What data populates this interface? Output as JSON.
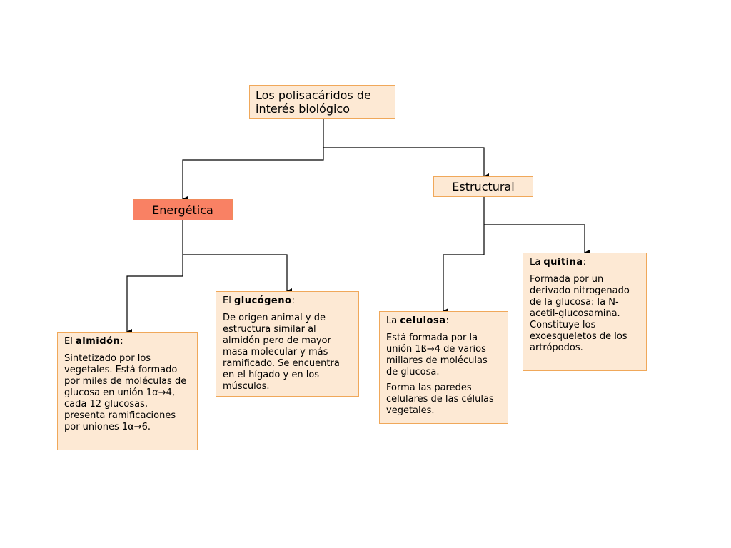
{
  "colors": {
    "box_fill": "#fde9d4",
    "box_border": "#f0a85a",
    "highlight_fill": "#f98164",
    "connector": "#000000"
  },
  "root": {
    "title": "Los polisacáridos de interés biológico"
  },
  "categories": {
    "energetica": "Energética",
    "estructural": "Estructural"
  },
  "almidon": {
    "prefix": "El ",
    "name": "almidón",
    "suffix": ":",
    "paragraphs": [
      "Sintetizado por los vegetales. Está formado por miles de moléculas de glucosa en unión 1α→4, cada 12 glucosas, presenta ramificaciones por uniones 1α→6."
    ]
  },
  "glucogeno": {
    "prefix": "El ",
    "name": "glucógeno",
    "suffix": ":",
    "paragraphs": [
      "De origen animal y de estructura similar al almidón pero de mayor masa molecular y más ramificado. Se encuentra en el hígado y en los músculos."
    ]
  },
  "celulosa": {
    "prefix": "La ",
    "name": "celulosa",
    "suffix": ":",
    "paragraphs": [
      "Está formada por la unión  1ß→4 de varios millares de moléculas de glucosa.",
      "Forma las paredes celulares de las células vegetales."
    ]
  },
  "quitina": {
    "prefix": "La ",
    "name": "quitina",
    "suffix": ":",
    "paragraphs": [
      "Formada por un derivado nitrogenado de la glucosa: la N-acetil-glucosamina. Constituye los exoesqueletos de los artrópodos."
    ]
  }
}
